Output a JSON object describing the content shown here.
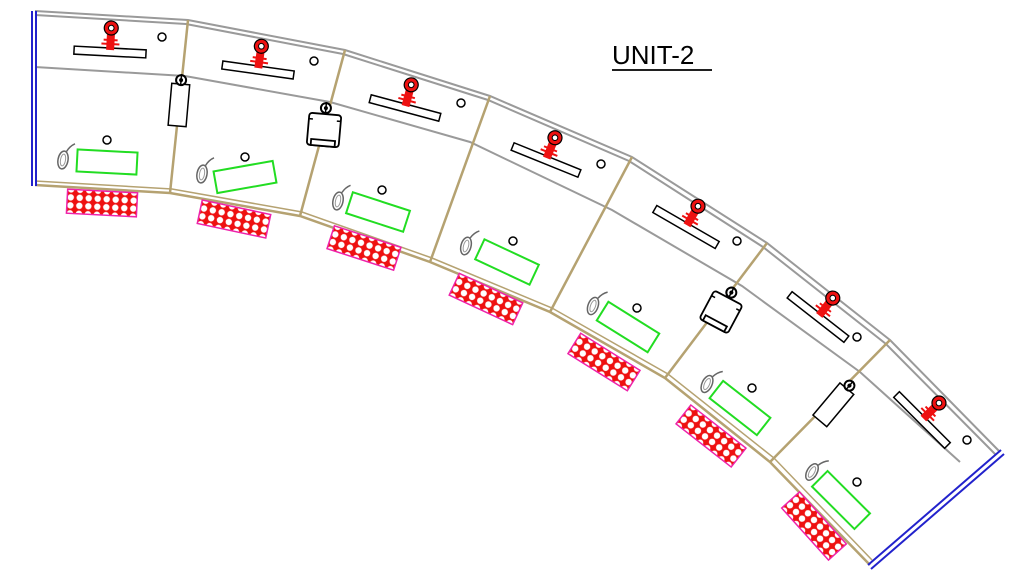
{
  "title": "UNIT-2",
  "colors": {
    "wall_outer": "#9a9a9a",
    "partition": "#b5a271",
    "end_wall": "#2222cc",
    "keyboard": "#22dd22",
    "monitor_arm": "#ee1111",
    "pedestal_stroke": "#ee22aa",
    "pedestal_fill": "#ee1111",
    "outline": "#000000",
    "mouse": "#666666"
  },
  "icons": {
    "monitor_arm": "monitor-arm-icon",
    "mouse": "mouse-icon",
    "keyboard": "keyboard-icon",
    "pedestal": "pedestal-icon",
    "power_outlet": "power-outlet-icon",
    "cable_tray": "cable-tray-icon",
    "cpu_holder": "cpu-holder-icon"
  },
  "workstations": [
    {
      "id": 1
    },
    {
      "id": 2
    },
    {
      "id": 3
    },
    {
      "id": 4
    },
    {
      "id": 5
    },
    {
      "id": 6
    },
    {
      "id": 7
    }
  ]
}
